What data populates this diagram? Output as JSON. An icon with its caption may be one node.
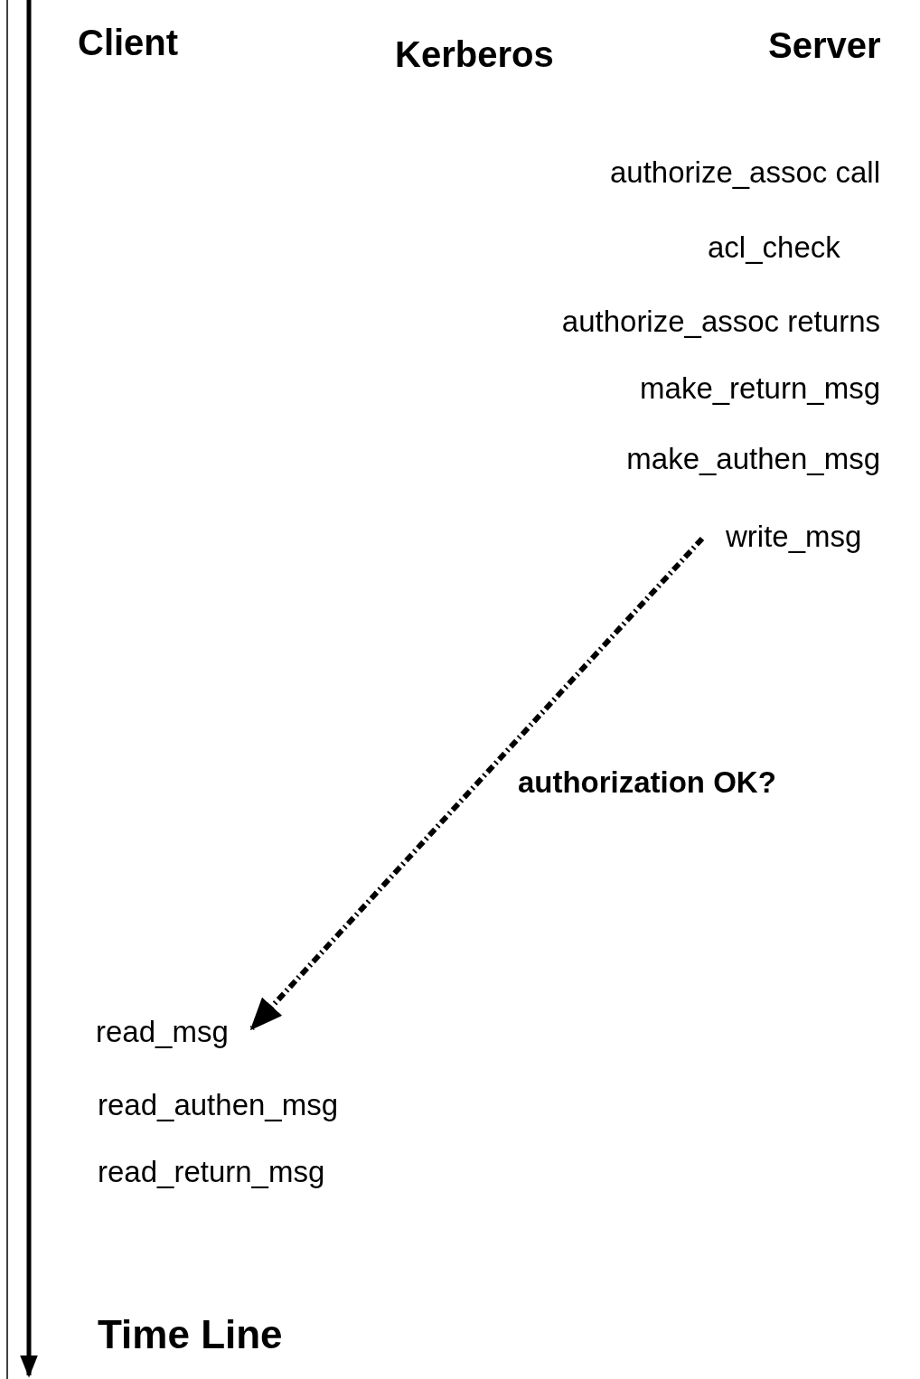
{
  "diagram": {
    "nodes": [
      {
        "text": [
          "write_msg"
        ]
      },
      {
        "text": [
          "read_msg"
        ]
      }
    ],
    "edges": [
      {
        "from": 0,
        "to": 1,
        "arrow": "to",
        "label": "authorization OK?",
        "style": "dashed"
      }
    ],
    "labels": [
      "Client",
      "Kerberos",
      "Server",
      "authorize_assoc call",
      "acl_check",
      "authorize_assoc returns",
      "make_return_msg",
      "make_authen_msg",
      "read_authen_msg",
      "read_return_msg",
      "Time Line"
    ]
  }
}
